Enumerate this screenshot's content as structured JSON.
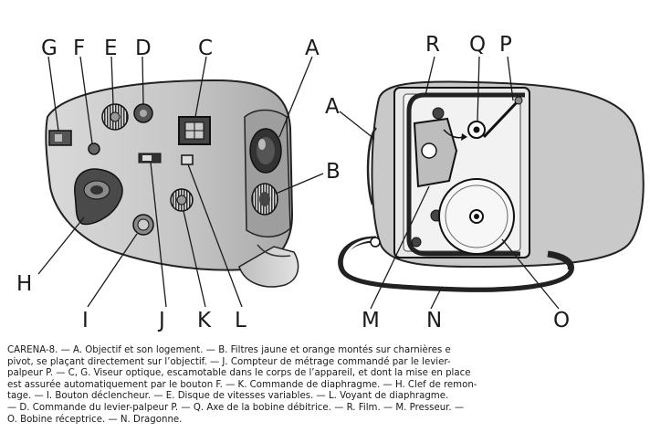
{
  "figure": {
    "left_labels": [
      "G",
      "F",
      "E",
      "D",
      "C",
      "A",
      "B",
      "H",
      "I",
      "J",
      "K",
      "L"
    ],
    "right_labels": [
      "R",
      "Q",
      "P",
      "A",
      "M",
      "N",
      "O"
    ]
  },
  "caption": {
    "lines": [
      "CARENA-8. — A. Objectif et son logement. — B. Filtres jaune et orange montés sur charnières e",
      "pivot, se plaçant directement sur l’objectif. — J. Compteur de métrage commandé par le levier-",
      "palpeur P. — C, G. Viseur optique, escamotable dans le corps de l’appareil, et dont la mise en place",
      "est assurée automatiquement par le bouton F. — K. Commande de diaphragme. — H. Clef de remon-",
      "tage. — I. Bouton déclencheur. — E. Disque de vitesses variables. — L. Voyant de diaphragme.",
      "— D. Commande du levier-palpeur P. — Q. Axe de la bobine débitrice. — R. Film. — M. Presseur. —",
      "O. Bobine réceptrice. — N. Dragonne."
    ]
  }
}
